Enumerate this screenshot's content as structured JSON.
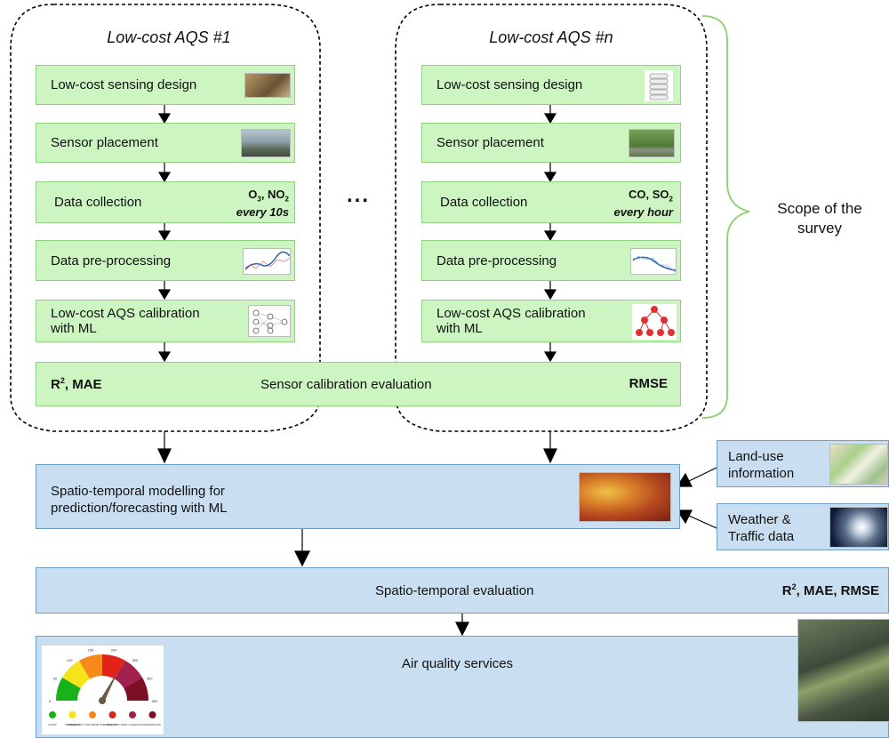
{
  "columns": [
    {
      "title": "Low-cost AQS  #1",
      "steps": {
        "design": "Low-cost sensing design",
        "placement": "Sensor placement",
        "collection": "Data collection",
        "collection_pollutants_base_1": "O",
        "collection_pollutants_sub_1": "3",
        "collection_pollutants_sep": ", NO",
        "collection_pollutants_sub_2": "2",
        "collection_freq": "every 10s",
        "preprocessing": "Data pre-processing",
        "calibration_line1": "Low-cost AQS calibration",
        "calibration_line2": "with ML"
      },
      "metric_base": "R",
      "metric_sup": "2",
      "metric_rest": ", MAE"
    },
    {
      "title": "Low-cost AQS #n",
      "steps": {
        "design": "Low-cost sensing design",
        "placement": "Sensor placement",
        "collection": "Data collection",
        "collection_pollutants_base_1": "CO, SO",
        "collection_pollutants_sub_1": "2",
        "collection_freq": "every hour",
        "preprocessing": "Data pre-processing",
        "calibration_line1": "Low-cost AQS calibration",
        "calibration_line2": "with ML"
      },
      "metric": "RMSE"
    }
  ],
  "ellipsis": "...",
  "sensor_eval": "Sensor calibration evaluation",
  "scope": {
    "line1": "Scope of the",
    "line2": "survey"
  },
  "spatio_model": {
    "line1": "Spatio-temporal modelling for",
    "line2": "prediction/forecasting with ML"
  },
  "landuse": {
    "line1": "Land-use",
    "line2": "information"
  },
  "weather": {
    "line1": "Weather &",
    "line2": "Traffic data"
  },
  "spatio_eval": {
    "label": "Spatio-temporal evaluation",
    "metric_base": "R",
    "metric_sup": "2",
    "metric_rest": ", MAE, RMSE"
  },
  "aq_services": "Air quality services",
  "gauge": {
    "ticks": [
      "0",
      "50",
      "100",
      "150",
      "200",
      "300",
      "400",
      "500"
    ],
    "categories": [
      "GOOD",
      "MODERATE",
      "UNHEALTHY FOR SENSITIVE GROUPS",
      "UNHEALTHY",
      "VERY UNHEALTHY",
      "HAZARDOUS"
    ],
    "colors": [
      "#19b219",
      "#f5e31b",
      "#f58a1b",
      "#e2231a",
      "#a0204e",
      "#7b0f23"
    ]
  },
  "colors": {
    "green_fill": "#ccf5c2",
    "blue_fill": "#c9def0",
    "scope_brace": "#8fcf6f"
  }
}
